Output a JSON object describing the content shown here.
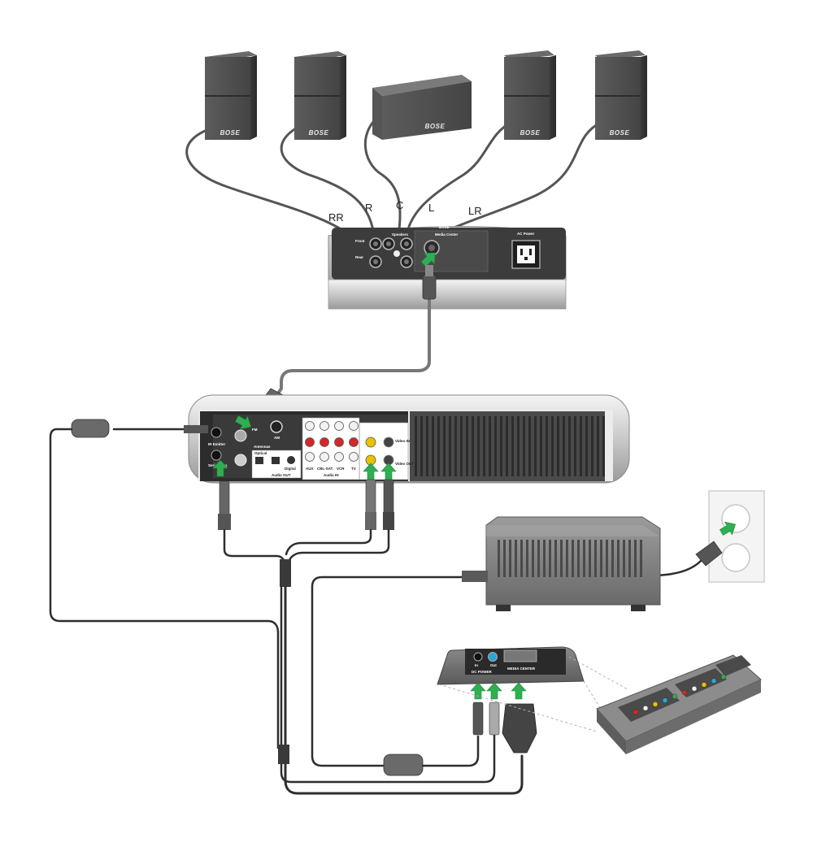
{
  "speakers": {
    "brand": "BOSE",
    "labels": {
      "rr": "RR",
      "r": "R",
      "c": "C",
      "l": "L",
      "lr": "LR"
    }
  },
  "speaker_array": {
    "brand": "BOSE",
    "speakers": "Speakers",
    "front": "Front",
    "rear": "Rear",
    "media_center": "Media Center",
    "ac_power": "AC Power"
  },
  "media_center": {
    "ir_emitter": "IR Emitter",
    "serial_data": "Serial Data",
    "fm": "FM",
    "am": "AM",
    "antennas": "Antennas",
    "optical": "Optical",
    "digital": "Digital",
    "audio_out": "Audio OUT",
    "aux": "AUX",
    "cbl_sat": "CBL-SAT",
    "vcr": "VCR",
    "tv": "TV",
    "audio_in": "Audio IN",
    "video_in": "Video IN",
    "video_out": "Video OUT"
  },
  "interface_module": {
    "dc_power": "DC POWER",
    "media_center": "MEDIA CENTER",
    "in": "In",
    "out": "Out"
  },
  "colors": {
    "arrow": "#2fae52",
    "device_dark": "#3e3e3e",
    "device_mid": "#7a7a7a",
    "cable_dark": "#2e2e2e",
    "cable_gray": "#777777"
  }
}
